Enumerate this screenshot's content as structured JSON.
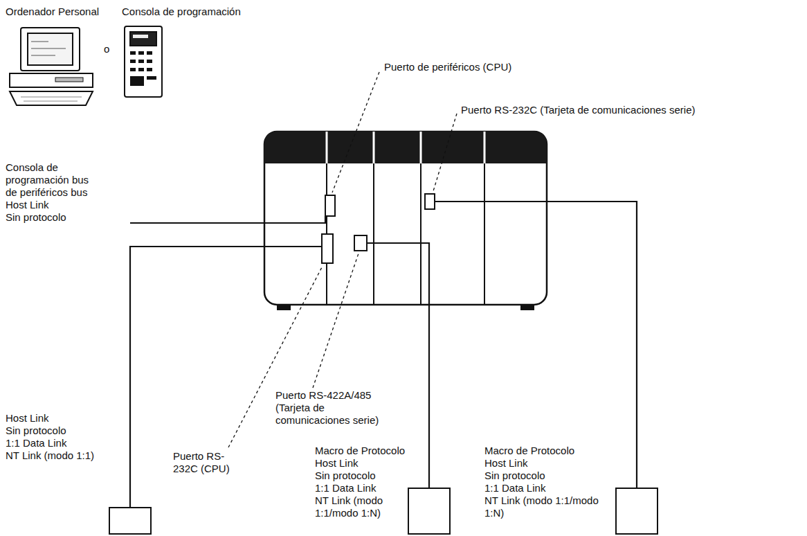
{
  "diagram": {
    "labels": [
      "Ordenador Personal",
      "Consola de programación",
      "o",
      "Puerto de periféricos (CPU)",
      "Puerto RS-232C (Tarjeta de comunicaciones serie)",
      "Consola de programación bus de periféricos bus",
      "Host Link",
      "Sin protocolo",
      "Host Link",
      "Sin protocolo",
      "1:1 Data Link",
      "NT Link (modo 1:1)",
      "Puerto RS-232C (CPU)",
      "Puerto RS-422A/485 (Tarjeta de comunicaciones serie)",
      "Macro de Protocolo",
      "Host Link",
      "Sin protocolo",
      "1:1 Data Link",
      "NT Link (modo 1:1/modo 1:N)",
      "Macro de Protocolo",
      "Host Link",
      "Sin protocolo",
      "1:1 Data Link",
      "NT Link (modo 1:1/modo 1:N)"
    ]
  }
}
